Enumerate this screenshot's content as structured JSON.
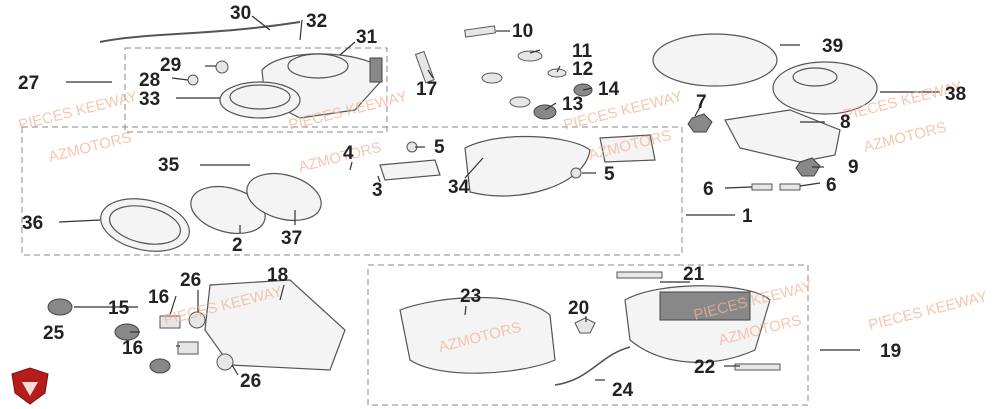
{
  "labels": [
    "1",
    "2",
    "3",
    "4",
    "5",
    "5",
    "6",
    "6",
    "7",
    "8",
    "9",
    "10",
    "11",
    "12",
    "13",
    "14",
    "15",
    "16",
    "16",
    "17",
    "18",
    "19",
    "20",
    "21",
    "22",
    "23",
    "24",
    "25",
    "26",
    "26",
    "27",
    "28",
    "29",
    "30",
    "31",
    "32",
    "33",
    "34",
    "35",
    "36",
    "37",
    "38",
    "39"
  ],
  "watermarks": [
    "PIECES KEEWAY",
    "AZMOTORS",
    "AZMOTORS",
    "PIECES KEEWAY",
    "PIECES KEEWAY",
    "AZMOTORS",
    "PIECES KEEWAY",
    "AZMOTORS",
    "PIECES KEEWAY",
    "AZMOTORS",
    "PIECES KEEWAY",
    "AZMOTORS",
    "PIECES KEEWAY"
  ],
  "colors": {
    "label": "#222222",
    "watermark": "#f2b39a",
    "logo": "#b71c1c",
    "accent": "#d33030"
  },
  "logo_icon": "brand-shield-icon"
}
